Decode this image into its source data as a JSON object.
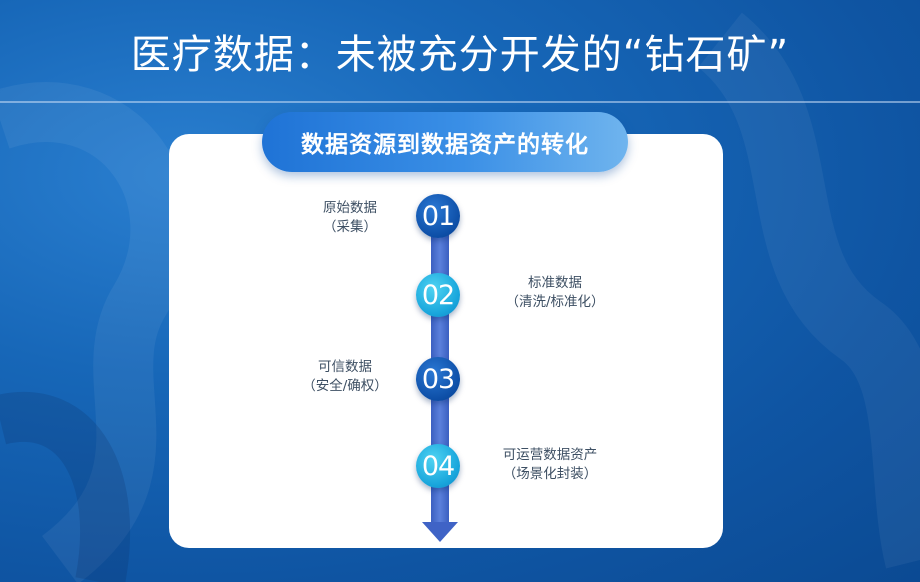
{
  "header": {
    "title": "医疗数据：未被充分开发的“钻石矿”"
  },
  "card": {
    "subtitle": "数据资源到数据资产的转化"
  },
  "steps": [
    {
      "number": "01",
      "label": "原始数据",
      "sub": "（采集）",
      "style": "dark"
    },
    {
      "number": "02",
      "label": "标准数据",
      "sub": "（清洗/标准化）",
      "style": "light"
    },
    {
      "number": "03",
      "label": "可信数据",
      "sub": "（安全/确权）",
      "style": "dark"
    },
    {
      "number": "04",
      "label": "可运营数据资产",
      "sub": "（场景化封装）",
      "style": "light"
    }
  ],
  "colors": {
    "background": "#1767b8",
    "timeline": "#4a6fd0",
    "step_dark": "#0d4ea6",
    "step_light": "#19a6dc",
    "label_text": "#3d4f63"
  }
}
